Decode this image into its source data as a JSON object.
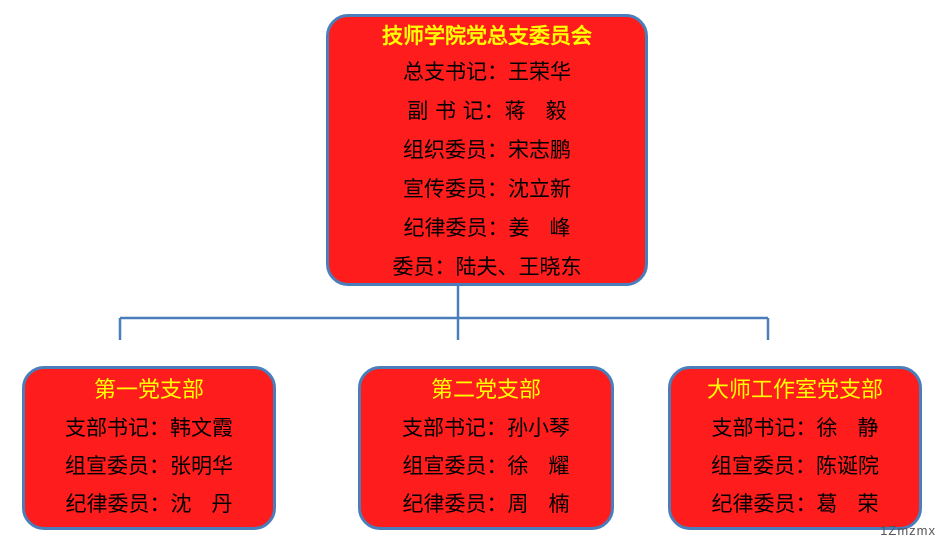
{
  "root": {
    "title": "技师学院党总支委员会",
    "members": [
      "总支书记：王荣华",
      "副 书 记：蒋   毅",
      "组织委员：宋志鹏",
      "宣传委员：沈立新",
      "纪律委员：姜   峰",
      "委员：陆夫、王晓东"
    ]
  },
  "branches": [
    {
      "title": "第一党支部",
      "members": [
        "支部书记：韩文霞",
        "组宣委员：张明华",
        "纪律委员：沈   丹"
      ]
    },
    {
      "title": "第二党支部",
      "members": [
        "支部书记：孙小琴",
        "组宣委员：徐   耀",
        "纪律委员：周   楠"
      ]
    },
    {
      "title": "大师工作室党支部",
      "members": [
        "支部书记：徐   静",
        "组宣委员：陈诞院",
        "纪律委员：葛   荣"
      ]
    }
  ],
  "colors": {
    "box_fill": "#ff1c1c",
    "box_border": "#4a7ebb",
    "title_text": "#ffff00",
    "connector": "#4a7ebb"
  },
  "watermark": "1Zmzmx"
}
